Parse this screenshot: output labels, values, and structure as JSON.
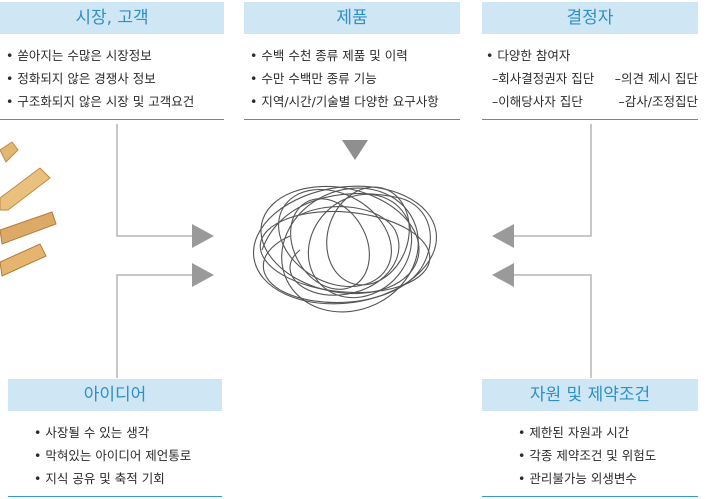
{
  "market": {
    "title": "시장, 고객",
    "items": [
      "쏟아지는 수많은 시장정보",
      "정화되지 않은 경쟁사 정보",
      "구조화되지 않은 시장 및 고객요건"
    ]
  },
  "product": {
    "title": "제품",
    "items": [
      "수백 수천 종류 제품 및 이력",
      "수만 수백만 종류 기능",
      "지역/시간/기술별 다양한 요구사항"
    ]
  },
  "decision": {
    "title": "결정자",
    "item": "다양한 참여자",
    "groups": [
      [
        "–회사결정권자 집단",
        "–의견 제시 집단"
      ],
      [
        "–이해당사자 집단",
        "–감사/조정집단"
      ]
    ]
  },
  "idea": {
    "title": "아이디어",
    "items": [
      "사장될 수 있는 생각",
      "막혀있는 아이디어 제언통로",
      "지식 공유 및 축적 기회"
    ]
  },
  "resource": {
    "title": "자원 및 제약조건",
    "items": [
      "제한된 자원과 시간",
      "각종 제약조건 및 위험도",
      "관리불가능 외생변수"
    ]
  },
  "colors": {
    "header_bg": "#cfe7f4",
    "header_text": "#2f8fc7",
    "rule": "#3a97cc",
    "arrow": "#9a9a9a",
    "line": "#b5b5b5"
  }
}
